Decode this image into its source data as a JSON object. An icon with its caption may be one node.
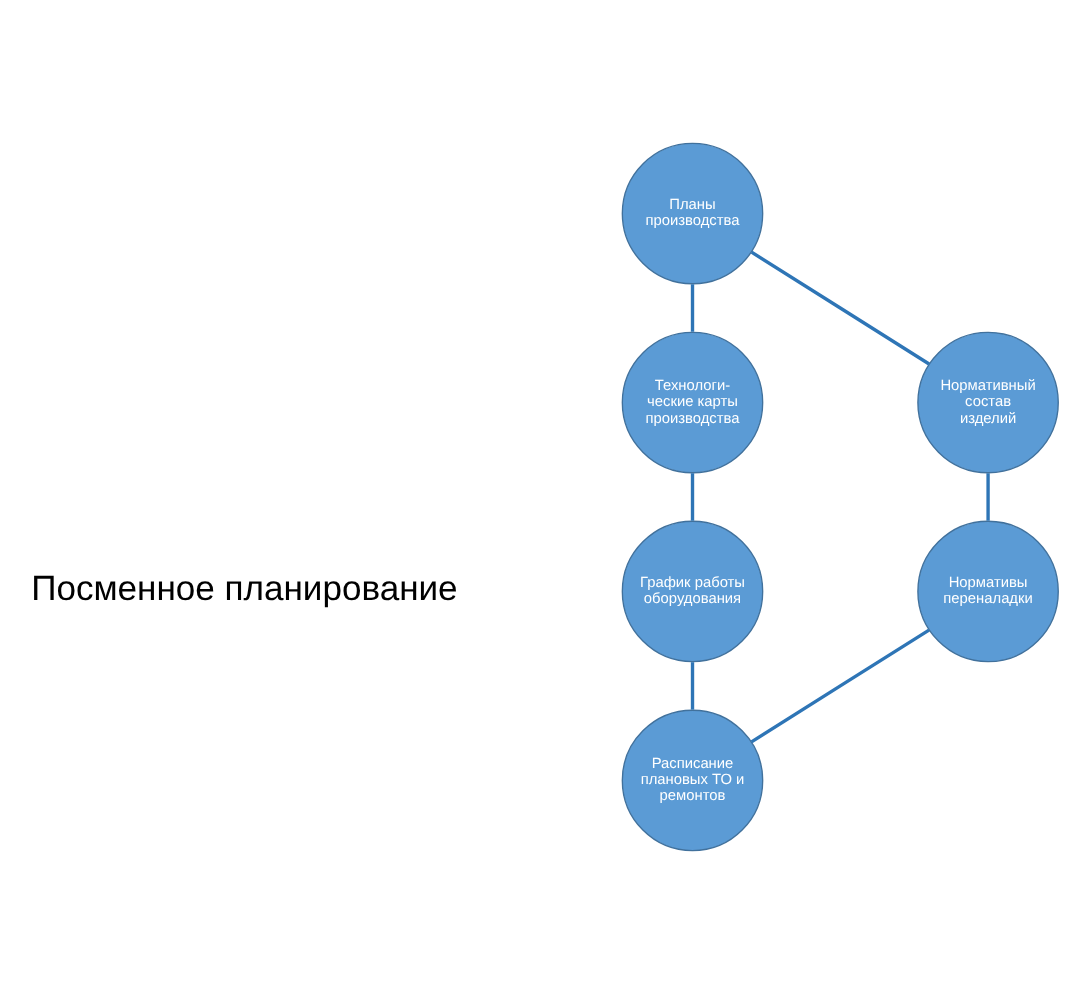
{
  "diagram": {
    "nodes": [
      {
        "text": [
          "Планы производства"
        ]
      },
      {
        "text": [
          "Технологи- ческие карты производства"
        ]
      },
      {
        "text": [
          "Нормативный состав изделий"
        ]
      },
      {
        "text": [
          "График работы оборудования"
        ]
      },
      {
        "text": [
          "Нормативы переналадки"
        ]
      },
      {
        "text": [
          "Расписание плановых ТО и ремонтов"
        ]
      }
    ],
    "edges": [
      {
        "from": 0,
        "to": 2,
        "arrow": "none"
      },
      {
        "from": 2,
        "to": 4,
        "arrow": "none"
      },
      {
        "from": 4,
        "to": 5,
        "arrow": "none"
      },
      {
        "from": 5,
        "to": 3,
        "arrow": "none"
      },
      {
        "from": 3,
        "to": 1,
        "arrow": "none"
      },
      {
        "from": 1,
        "to": 0,
        "arrow": "none"
      }
    ],
    "labels": [
      "Посменное планирование"
    ]
  }
}
